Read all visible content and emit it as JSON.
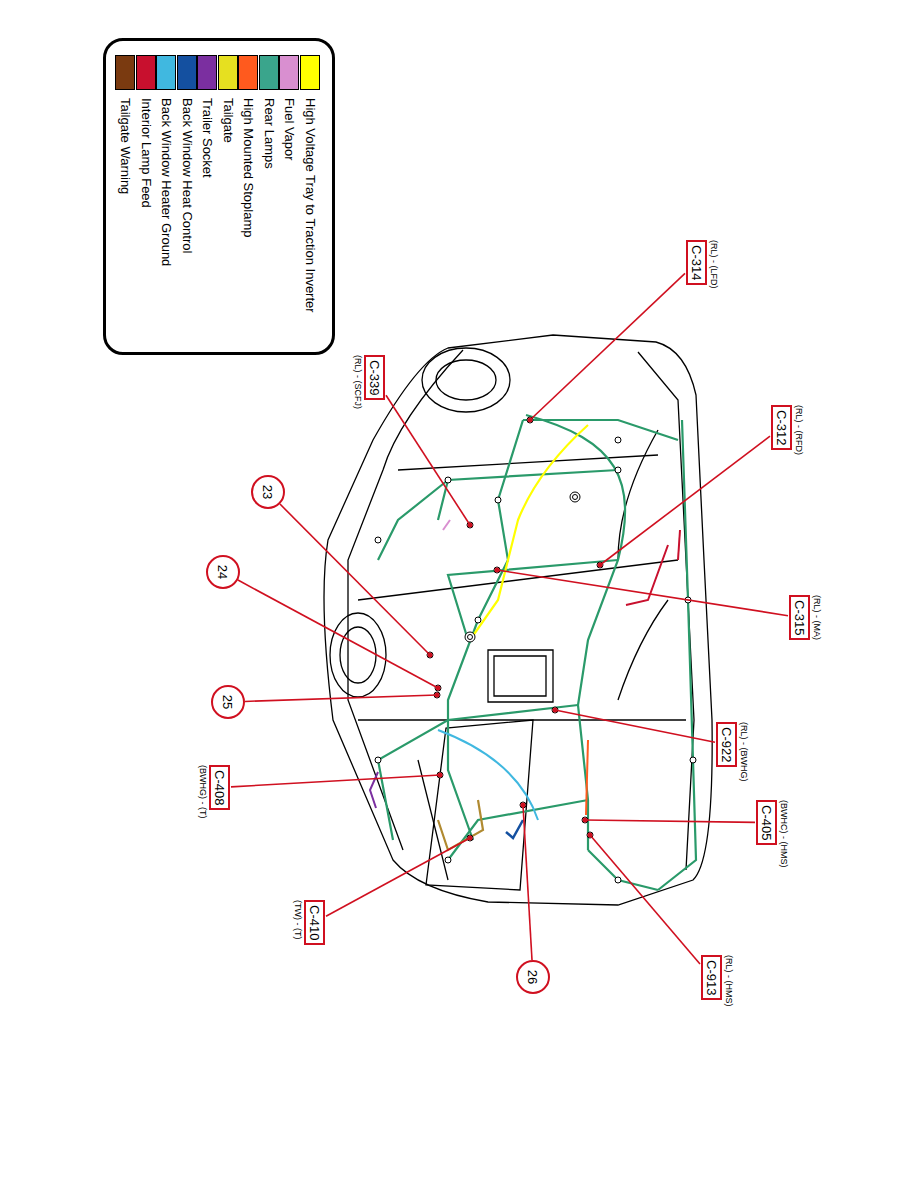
{
  "diagram": {
    "nodes": [
      {
        "text": [
          "(RL) - (LFD)",
          "C-314"
        ]
      },
      {
        "text": [
          "(RL) - (SCFJ)",
          "C-339"
        ]
      },
      {
        "text": [
          "(RL) - (RFD)",
          "C-312"
        ]
      },
      {
        "text": [
          "23"
        ]
      },
      {
        "text": [
          "(RL) - (MA)",
          "C-315"
        ]
      },
      {
        "text": [
          "24"
        ]
      },
      {
        "text": [
          "25"
        ]
      },
      {
        "text": [
          "(RL) - (BWHG)",
          "C-922"
        ]
      },
      {
        "text": [
          "(BWHG) - (T)",
          "C-408"
        ]
      },
      {
        "text": [
          "(BWHC) - (HMS)",
          "C-405"
        ]
      },
      {
        "text": [
          "(TW) - (T)",
          "C-410"
        ]
      },
      {
        "text": [
          "(RL) - (HMS)",
          "C-913"
        ]
      },
      {
        "text": [
          "26"
        ]
      }
    ],
    "edges": [],
    "legend": [
      {
        "text": "High Voltage Tray to Traction Inverter",
        "color": "#ffff00"
      },
      {
        "text": "Fuel Vapor",
        "color": "#d98fd0"
      },
      {
        "text": "Rear Lamps",
        "color": "#3aa58c"
      },
      {
        "text": "High Mounted Stoplamp",
        "color": "#ff5a1e"
      },
      {
        "text": "Tailgate",
        "color": "#e6e020"
      },
      {
        "text": "Trailer Socket",
        "color": "#7b2fa0"
      },
      {
        "text": "Back Window Heat Control",
        "color": "#1450a0"
      },
      {
        "text": "Back Window Heater Ground",
        "color": "#40b8e0"
      },
      {
        "text": "Interior Lamp Feed",
        "color": "#c8102e"
      },
      {
        "text": "Tailgate Warning",
        "color": "#7a3a10"
      }
    ]
  }
}
